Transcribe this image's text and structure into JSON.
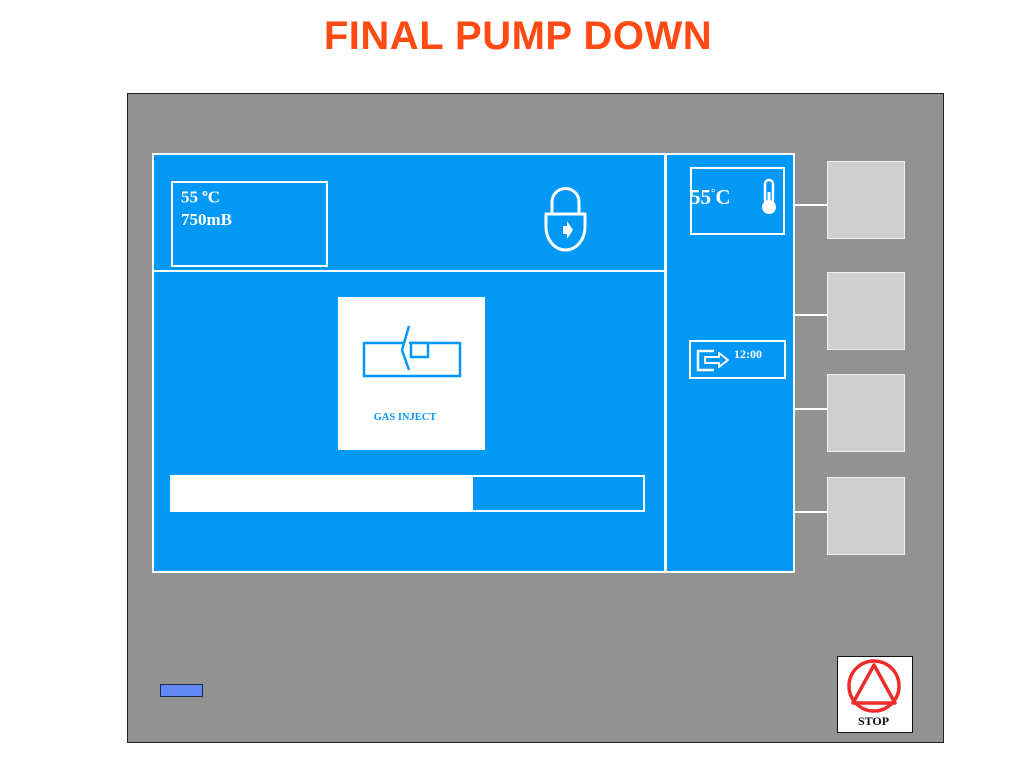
{
  "title": "FINAL PUMP DOWN",
  "status": {
    "temperature_value": "55",
    "temperature_degree": "o",
    "temperature_unit": "C",
    "pressure": "750mB"
  },
  "icons": {
    "lock": "padlock-icon",
    "gas_inject": "gas-inject-icon",
    "thermometer": "thermometer-icon",
    "exit": "exit-arrow-icon",
    "stop": "stop-triangle-icon"
  },
  "main": {
    "gas_inject_label": "GAS INJECT",
    "progress_fraction": 0.64
  },
  "side": {
    "temperature_value": "55",
    "temperature_degree": "°",
    "temperature_unit": "C",
    "timer": "12:00"
  },
  "stop_label": "STOP",
  "colors": {
    "title": "#ff4a14",
    "screen": "#0298f5",
    "panel": "#929292",
    "side_button": "#cfcfcf",
    "indicator": "#6188f3",
    "stop": "#ee2c2c"
  }
}
